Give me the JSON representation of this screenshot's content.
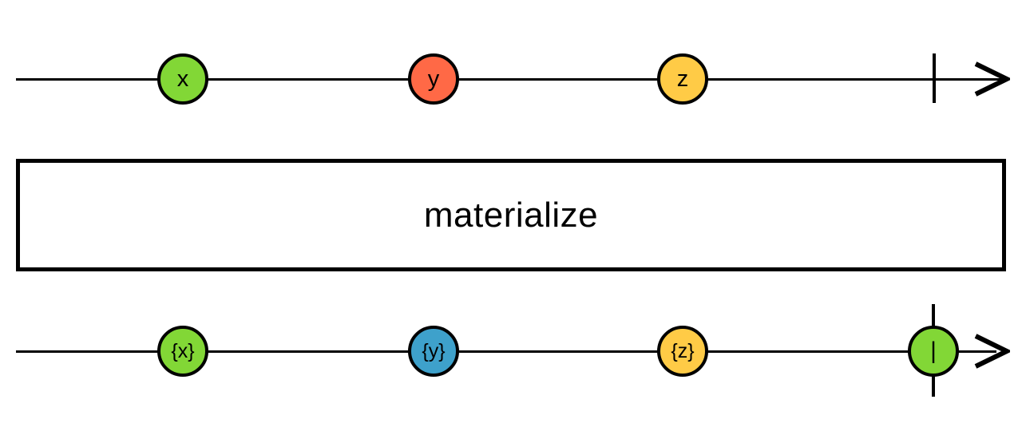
{
  "operator_box": {
    "label": "materialize"
  },
  "input_stream": {
    "marbles": [
      {
        "label": "x",
        "color": "#82d736"
      },
      {
        "label": "y",
        "color": "#ff6946"
      },
      {
        "label": "z",
        "color": "#ffcb46"
      }
    ],
    "complete_tick": "|"
  },
  "output_stream": {
    "marbles": [
      {
        "label": "{x}",
        "color": "#82d736"
      },
      {
        "label": "{y}",
        "color": "#3ea1cb"
      },
      {
        "label": "{z}",
        "color": "#ffcb46"
      }
    ],
    "complete_marble": {
      "label": "|",
      "color": "#82d736"
    }
  },
  "colors": {
    "line": "#000000",
    "marble_stroke": "#000000",
    "background": "#ffffff"
  }
}
